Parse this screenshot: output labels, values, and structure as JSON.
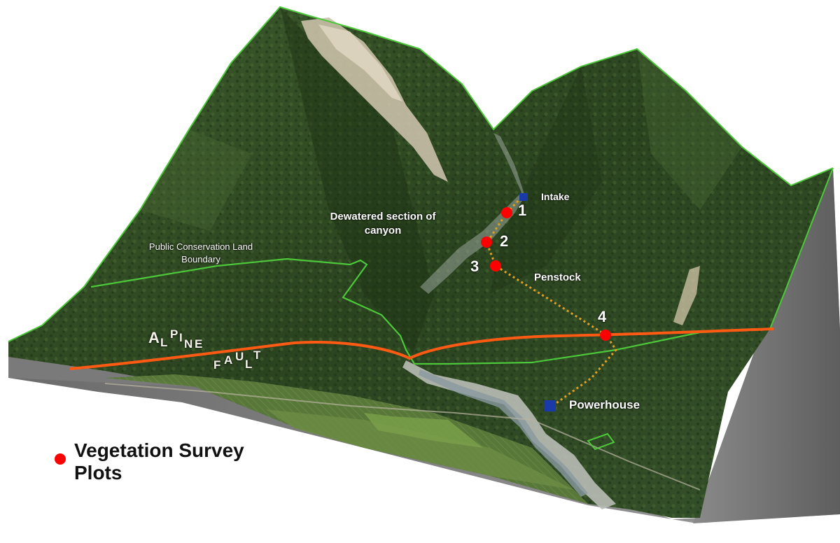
{
  "labels": {
    "intake": "Intake",
    "dewatered": "Dewatered section of canyon",
    "conservation": "Public Conservation Land Boundary",
    "penstock": "Penstock",
    "powerhouse": "Powerhouse"
  },
  "fault": {
    "word1": [
      "A",
      "L",
      "P",
      "I",
      "N",
      "E"
    ],
    "word2": [
      "F",
      "A",
      "U",
      "L",
      "T"
    ]
  },
  "plots": [
    {
      "id": "1",
      "label": "1"
    },
    {
      "id": "2",
      "label": "2"
    },
    {
      "id": "3",
      "label": "3"
    },
    {
      "id": "4",
      "label": "4"
    }
  ],
  "legend": {
    "text": "Vegetation Survey Plots"
  },
  "colors": {
    "plot_marker": "#ff0000",
    "fault_line": "#ff5a14",
    "boundary_line": "#4cc83a",
    "penstock_line": "#e0a020",
    "structure_marker": "#1a3aa8",
    "terrain": "#2f4a22"
  }
}
